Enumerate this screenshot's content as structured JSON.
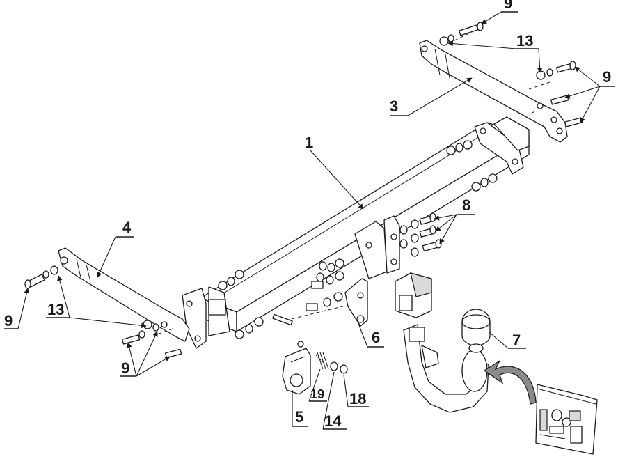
{
  "callouts": {
    "c1": "1",
    "c3": "3",
    "c4": "4",
    "c5": "5",
    "c6": "6",
    "c7": "7",
    "c8": "8",
    "c9_top": "9",
    "c9_right": "9",
    "c9_left": "9",
    "c9_bottom": "9",
    "c13_top": "13",
    "c13_left": "13",
    "c14": "14",
    "c18": "18",
    "c19": "19"
  }
}
